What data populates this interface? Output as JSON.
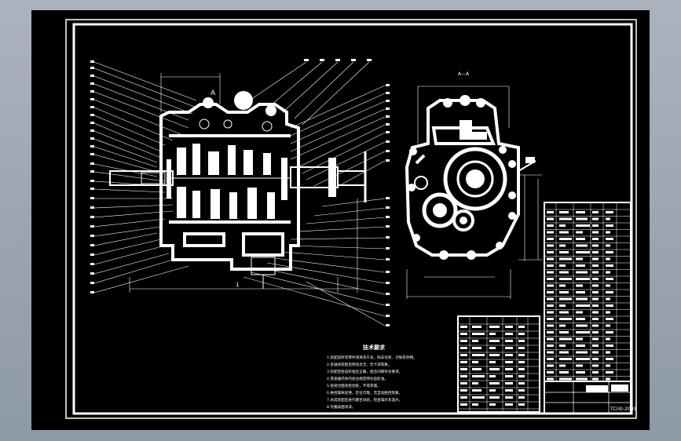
{
  "drawing": {
    "title_block": {
      "drawing_number": "TC(4)-2001",
      "title_mark": ""
    },
    "left_view": {
      "section_label": "A",
      "dimension_overall": "1"
    },
    "right_view": {
      "section_label": "A—A"
    },
    "notes": {
      "heading": "技术要求",
      "items": [
        "1.装配前所有零件须清洗干净，除去毛刺、污垢等杂物。",
        "2.各轴承装配后转动灵活，无卡滞现象。",
        "3.装配后各齿轮啮合正确，啮合间隙符合要求。",
        "4.变速器壳体内加注规定牌号齿轮油。",
        "5.各接合面涂密封胶，不得渗漏。",
        "6.换挡操纵轻便，定位可靠，无自动脱挡现象。",
        "7.总成装配后进行磨合试验，检查噪声及温升。",
        "8.外露表面涂漆。"
      ]
    }
  }
}
